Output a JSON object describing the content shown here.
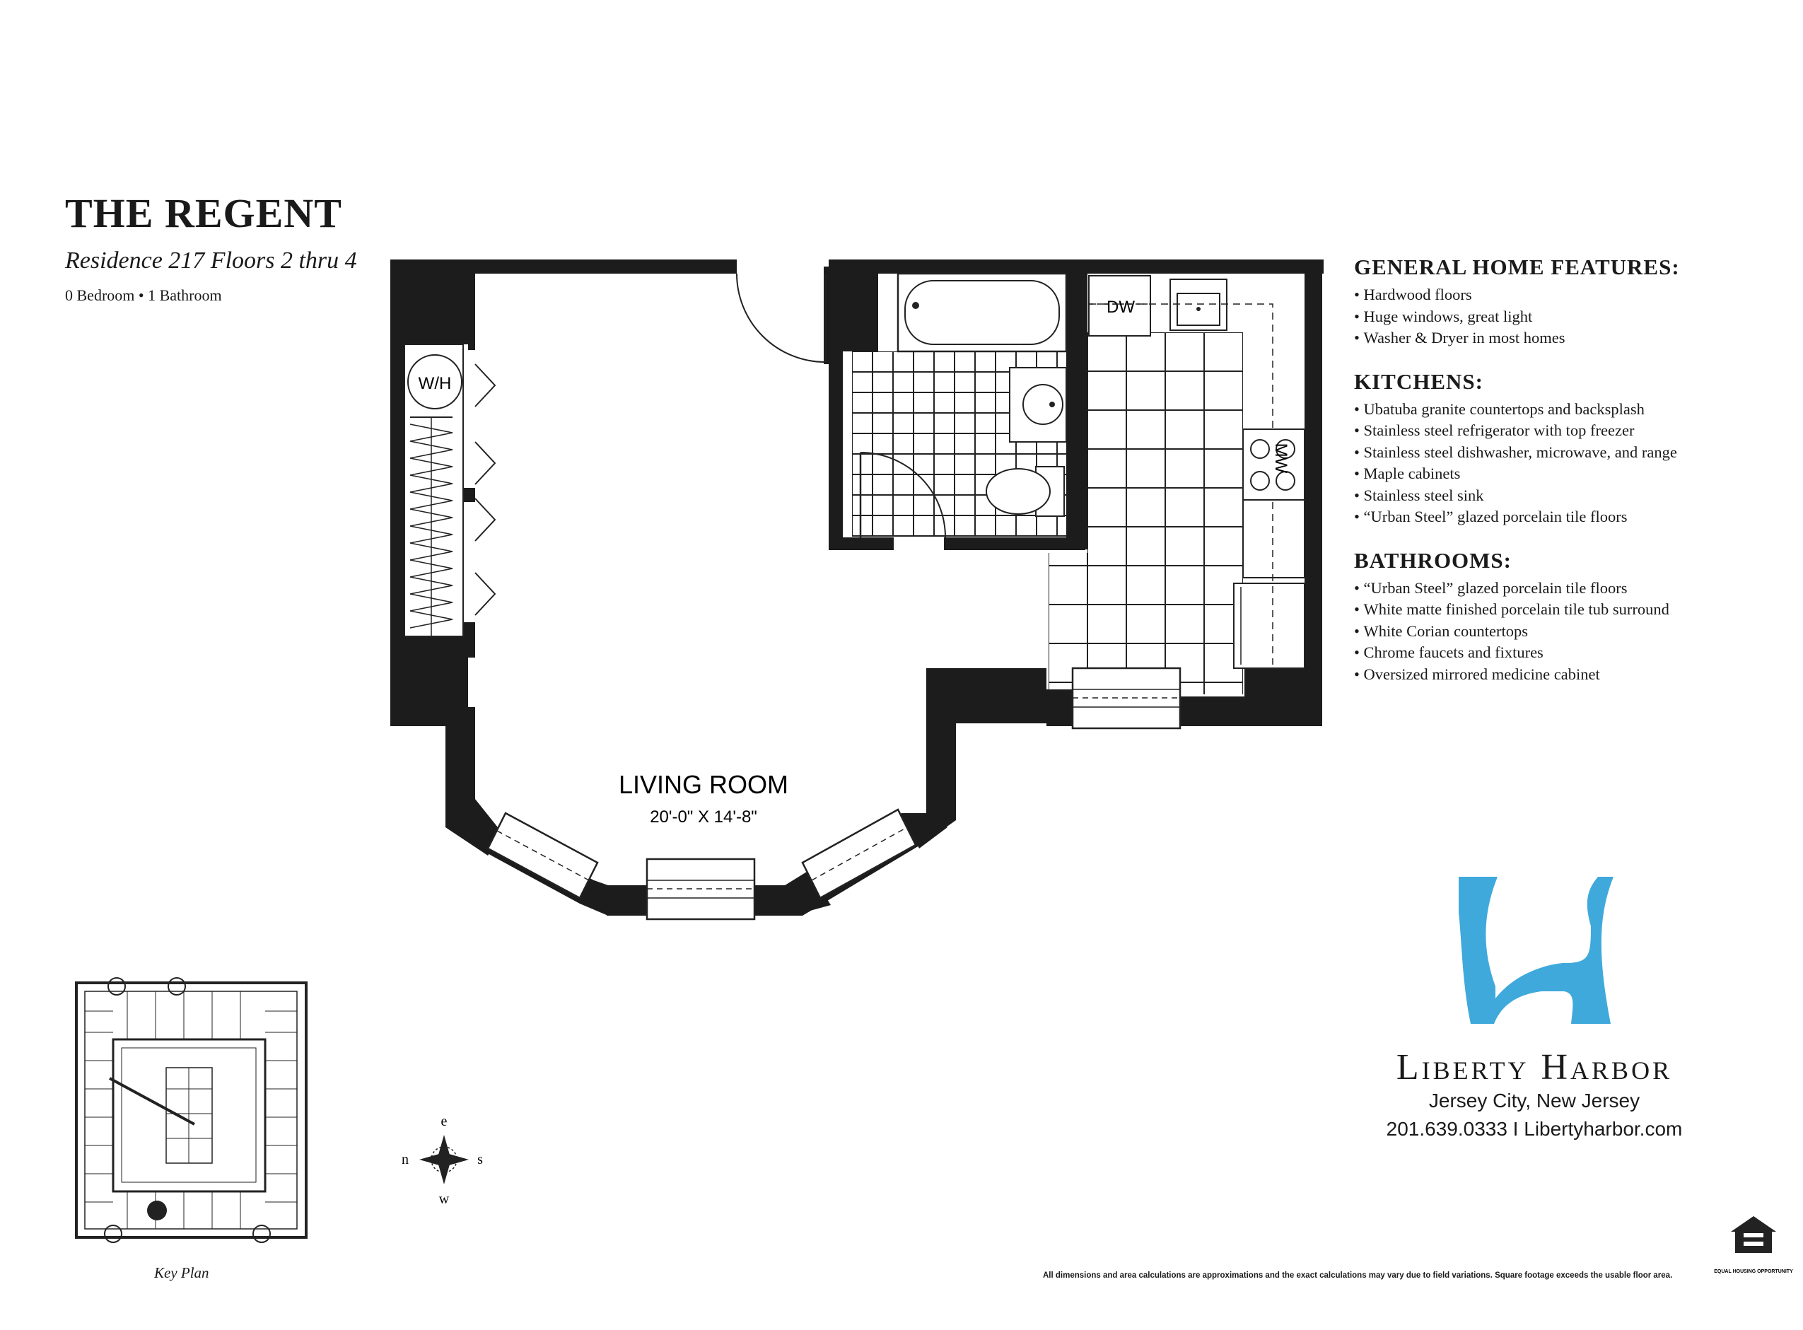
{
  "header": {
    "title": "THE REGENT",
    "subtitle": "Residence 217 Floors 2 thru 4",
    "bed_bath": "0 Bedroom • 1 Bathroom"
  },
  "plan": {
    "room_name": "LIVING ROOM",
    "room_dims": "20'-0\" X 14'-8\"",
    "water_heater": "W/H",
    "dishwasher": "DW",
    "microwave": "MW"
  },
  "features": [
    {
      "heading": "GENERAL HOME FEATURES:",
      "items": [
        "Hardwood floors",
        "Huge windows, great light",
        "Washer & Dryer in most homes"
      ]
    },
    {
      "heading": "KITCHENS:",
      "items": [
        "Ubatuba granite countertops and backsplash",
        "Stainless steel refrigerator with top freezer",
        "Stainless steel dishwasher, microwave, and range",
        "Maple cabinets",
        "Stainless steel sink",
        "“Urban Steel” glazed porcelain tile floors"
      ]
    },
    {
      "heading": "BATHROOMS:",
      "items": [
        "“Urban Steel” glazed porcelain tile floors",
        "White matte finished porcelain tile tub surround",
        "White Corian countertops",
        "Chrome faucets and fixtures",
        "Oversized mirrored medicine cabinet"
      ]
    }
  ],
  "brand": {
    "name": "Liberty Harbor",
    "city": "Jersey City, New Jersey",
    "contact": "201.639.0333 I Libertyharbor.com",
    "logo_color": "#3fa9dc",
    "logo_icon": "liberty-harbor-logo-icon"
  },
  "compass": {
    "n": "n",
    "s": "s",
    "e": "e",
    "w": "w"
  },
  "key_plan_label": "Key Plan",
  "disclaimer": "All dimensions and area calculations are approximations and the exact calculations may vary due to field variations. Square footage exceeds the usable floor area.",
  "eho_label": "EQUAL HOUSING OPPORTUNITY",
  "eho_icon": "equal-housing-icon"
}
